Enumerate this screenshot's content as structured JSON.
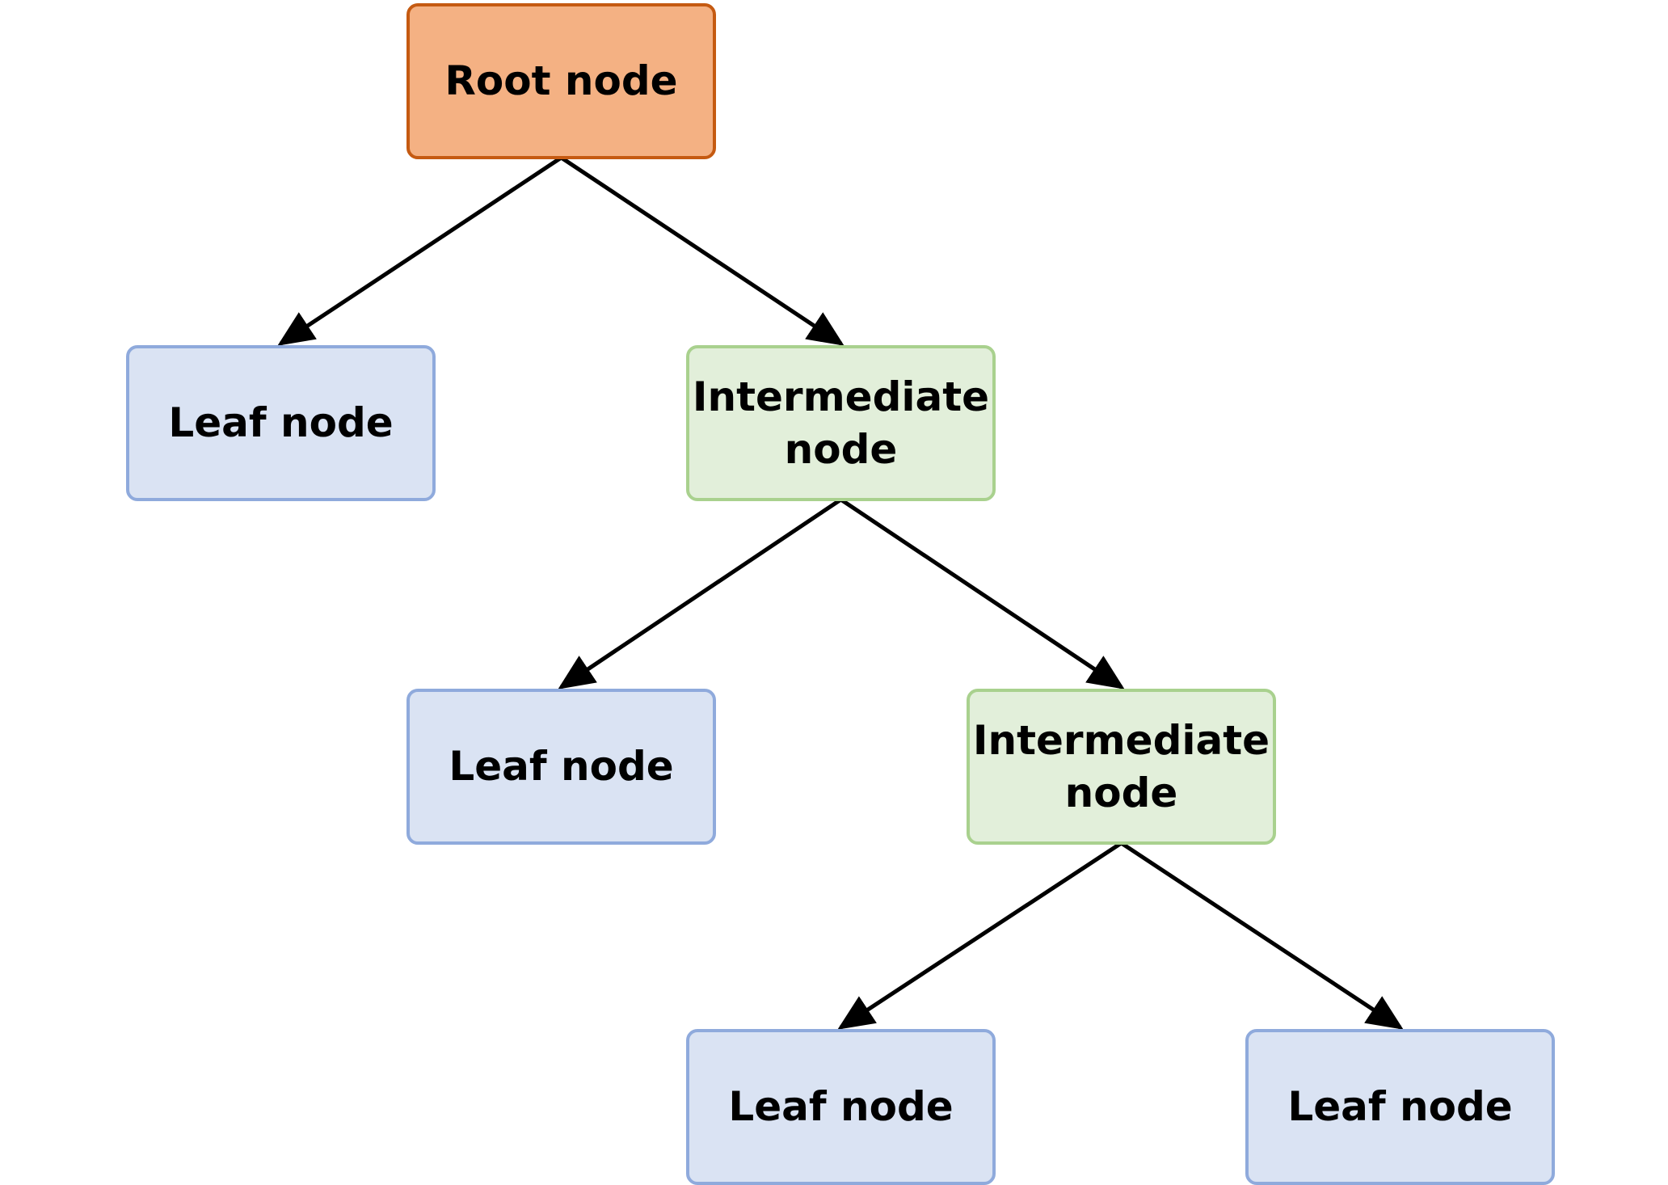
{
  "colors": {
    "root_fill": "#f4b183",
    "root_border": "#c55a11",
    "intermediate_fill": "#e2efda",
    "intermediate_border": "#a9d18e",
    "leaf_fill": "#dae3f3",
    "leaf_border": "#8faadc",
    "edge": "#000000"
  },
  "nodes": {
    "root": {
      "label": "Root node",
      "kind": "root"
    },
    "leaf_1": {
      "label": "Leaf node",
      "kind": "leaf"
    },
    "intermediate_1": {
      "label": "Intermediate\nnode",
      "kind": "intermediate"
    },
    "leaf_2": {
      "label": "Leaf node",
      "kind": "leaf"
    },
    "intermediate_2": {
      "label": "Intermediate\nnode",
      "kind": "intermediate"
    },
    "leaf_3": {
      "label": "Leaf node",
      "kind": "leaf"
    },
    "leaf_4": {
      "label": "Leaf node",
      "kind": "leaf"
    }
  },
  "edges": [
    {
      "from": "root",
      "to": "leaf_1"
    },
    {
      "from": "root",
      "to": "intermediate_1"
    },
    {
      "from": "intermediate_1",
      "to": "leaf_2"
    },
    {
      "from": "intermediate_1",
      "to": "intermediate_2"
    },
    {
      "from": "intermediate_2",
      "to": "leaf_3"
    },
    {
      "from": "intermediate_2",
      "to": "leaf_4"
    }
  ]
}
